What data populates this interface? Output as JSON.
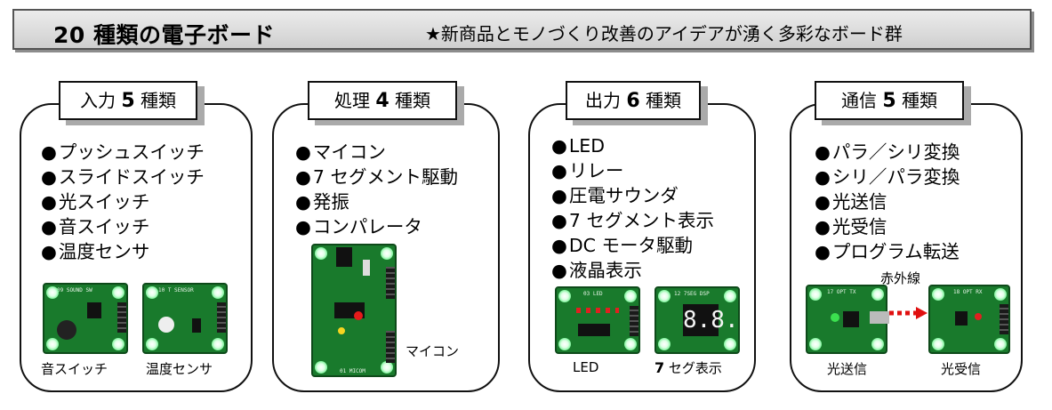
{
  "header": {
    "title": "20 種類の電子ボード",
    "subtitle": "★新商品とモノづくり改善のアイデアが湧く多彩なボード群"
  },
  "panels": [
    {
      "tab_label": "入力",
      "count": "5",
      "tab_suffix": "種類",
      "items": [
        "プッシュスイッチ",
        "スライドスイッチ",
        "光スイッチ",
        "音スイッチ",
        "温度センサ"
      ],
      "captions": [
        "音スイッチ",
        "温度センサ"
      ]
    },
    {
      "tab_label": "処理",
      "count": "4",
      "tab_suffix": "種類",
      "items": [
        "マイコン",
        "7 セグメント駆動",
        "発振",
        "コンパレータ"
      ],
      "captions": [
        "マイコン"
      ]
    },
    {
      "tab_label": "出力",
      "count": "6",
      "tab_suffix": "種類",
      "items": [
        "LED",
        "リレー",
        "圧電サウンダ",
        "7 セグメント表示",
        "DC モータ駆動",
        "液晶表示"
      ],
      "captions": [
        "LED",
        "7",
        "セグ表示"
      ]
    },
    {
      "tab_label": "通信",
      "count": "5",
      "tab_suffix": "種類",
      "items": [
        "パラ／シリ変換",
        "シリ／パラ変換",
        "光送信",
        "光受信",
        "プログラム転送"
      ],
      "captions": [
        "光送信",
        "光受信"
      ],
      "arrow_label": "赤外線"
    }
  ],
  "boards": {
    "sound": "09 SOUND SW",
    "temp": "10 T SENSOR",
    "micom": "01 MICOM",
    "led": "03 LED",
    "seg": "12 7SEG DSP",
    "seg_digits": "8.8.",
    "tx": "17 OPT TX",
    "rx": "18 OPT RX"
  },
  "colors": {
    "pcb": "#197a2c",
    "led_glow": "#6ef08e",
    "ir_arrow": "#e01010"
  }
}
